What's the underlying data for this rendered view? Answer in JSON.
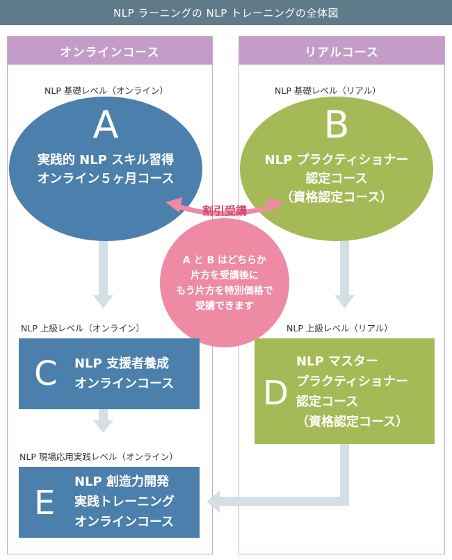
{
  "header": {
    "title": "NLP ラーニングの NLP トレーニングの全体図"
  },
  "columns": {
    "online": {
      "title": "オンラインコース"
    },
    "real": {
      "title": "リアルコース"
    }
  },
  "levels": {
    "online_basic": "NLP 基礎レベル（オンライン）",
    "real_basic": "NLP 基礎レベル（リアル）",
    "online_advanced": "NLP 上級レベル（オンライン）",
    "real_advanced": "NLP 上級レベル（リアル）",
    "online_field": "NLP 現場応用実践レベル（オンライン）"
  },
  "courses": {
    "a": {
      "letter": "A",
      "lines": [
        "実践的 NLP スキル習得",
        "オンライン５ヶ月コース"
      ]
    },
    "b": {
      "letter": "B",
      "lines": [
        "NLP プラクティショナー",
        "認定コース",
        "（資格認定コース）"
      ]
    },
    "c": {
      "letter": "C",
      "lines": [
        "NLP 支援者養成",
        "オンラインコース"
      ]
    },
    "d": {
      "letter": "D",
      "lines": [
        "NLP マスター",
        "プラクティショナー",
        "認定コース",
        "（資格認定コース）"
      ]
    },
    "e": {
      "letter": "E",
      "lines": [
        "NLP 創造力開発",
        "実践トレーニング",
        "オンラインコース"
      ]
    }
  },
  "discount": {
    "label": "割引受講",
    "note_lines": [
      "A と B はどちらか",
      "片方を受講後に",
      "もう片方を特別価格で",
      "受講できます"
    ]
  },
  "colors": {
    "header_bg": "#5f7a88",
    "column_head": "#c39cc8",
    "online_blue": "#4b7fac",
    "real_green": "#a6b957",
    "discount_pink": "#ee8aa3",
    "discount_text": "#d6456d",
    "flow_arrow": "#d3dfe5"
  }
}
